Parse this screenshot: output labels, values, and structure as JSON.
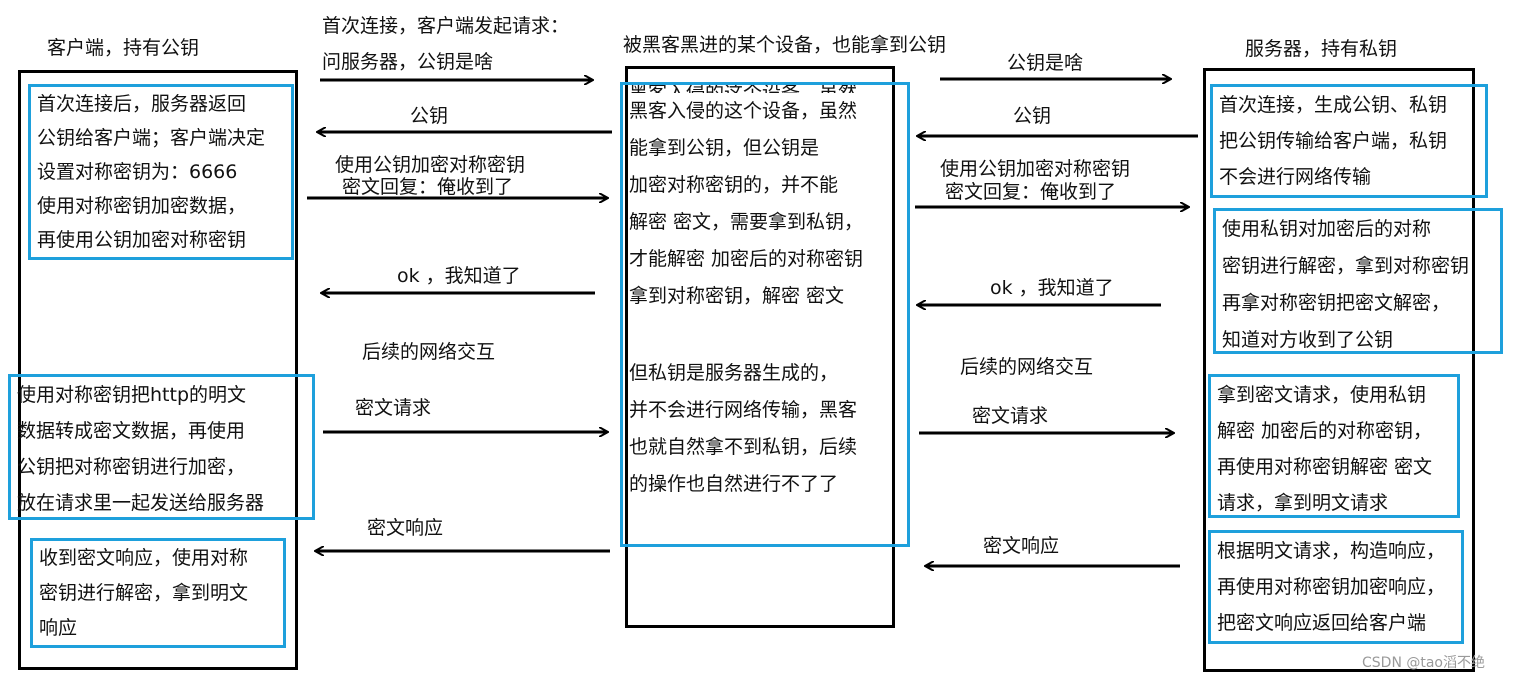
{
  "headers": {
    "client": "客户端，持有公钥",
    "hacker": "被黑客黑进的某个设备，也能拿到公钥",
    "server": "服务器，持有私钥"
  },
  "client_boxes": [
    {
      "lines": [
        "首次连接后，服务器返回",
        "公钥给客户端；客户端决定",
        "设置对称密钥为：6666",
        "使用对称密钥加密数据，",
        "再使用公钥加密对称密钥"
      ]
    },
    {
      "lines": [
        "使用对称密钥把http的明文",
        "数据转成密文数据，再使用",
        "公钥把对称密钥进行加密，",
        "放在请求里一起发送给服务器"
      ]
    },
    {
      "lines": [
        "收到密文响应，使用对称",
        "密钥进行解密，拿到明文",
        "响应"
      ]
    }
  ],
  "hacker_box": {
    "lines": [
      "黑客入侵的这个设备，虽然",
      "黑客入侵的这个设备，虽然",
      "能拿到公钥，但公钥是",
      "加密对称密钥的，并不能",
      "解密 密文，需要拿到私钥，",
      "才能解密 加密后的对称密钥",
      "拿到对称密钥，解密 密文",
      "",
      "但私钥是服务器生成的，",
      "并不会进行网络传输，黑客",
      "也就自然拿不到私钥，后续",
      "的操作也自然进行不了了"
    ]
  },
  "server_boxes": [
    {
      "lines": [
        "首次连接，生成公钥、私钥",
        "把公钥传输给客户端，私钥",
        "不会进行网络传输"
      ]
    },
    {
      "lines": [
        "使用私钥对加密后的对称",
        "密钥进行解密，拿到对称密钥",
        "再拿对称密钥把密文解密，",
        "知道对方收到了公钥"
      ]
    },
    {
      "lines": [
        "拿到密文请求，使用私钥",
        "解密 加密后的对称密钥，",
        "再使用对称密钥解密 密文",
        "请求，拿到明文请求"
      ]
    },
    {
      "lines": [
        "根据明文请求，构造响应，",
        "再使用对称密钥加密响应，",
        "把密文响应返回给客户端"
      ]
    }
  ],
  "left_messages": {
    "first_request_1": "首次连接，客户端发起请求：",
    "first_request_2": "问服务器，公钥是啥",
    "public_key": "公钥",
    "encrypt_1": "使用公钥加密对称密钥",
    "encrypt_2": "密文回复：俺收到了",
    "ok": "ok ，我知道了",
    "followup": "后续的网络交互",
    "cipher_request": "密文请求",
    "cipher_response": "密文响应"
  },
  "right_messages": {
    "ask_key": "公钥是啥",
    "public_key": "公钥",
    "encrypt_1": "使用公钥加密对称密钥",
    "encrypt_2": "密文回复：俺收到了",
    "ok": "ok ，我知道了",
    "followup": "后续的网络交互",
    "cipher_request": "密文请求",
    "cipher_response": "密文响应"
  },
  "watermark": "CSDN @tao滔不绝",
  "colors": {
    "box_border": "#1ea0dc",
    "column_border": "#000000",
    "arrow": "#000000"
  }
}
